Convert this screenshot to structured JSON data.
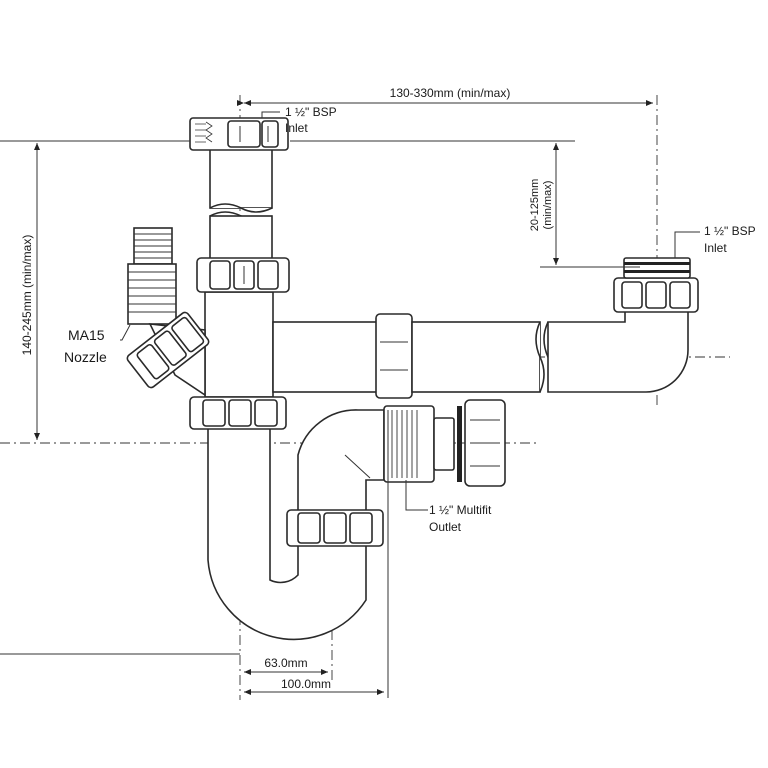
{
  "labels": {
    "top_width": "130-330mm (min/max)",
    "inlet_left_line1": "1 ½\" BSP",
    "inlet_left_line2": "Inlet",
    "inlet_right_line1": "1 ½\" BSP",
    "inlet_right_line2": "Inlet",
    "right_height_line1": "20-125mm",
    "right_height_line2": "(min/max)",
    "left_height": "140-245mm (min/max)",
    "nozzle_line1": "MA15",
    "nozzle_line2": "Nozzle",
    "outlet_line1": "1 ½\" Multifit",
    "outlet_line2": "Outlet",
    "dim_bottom_1": "63.0mm",
    "dim_bottom_2": "100.0mm"
  },
  "colors": {
    "line": "#2a2a2a",
    "background": "#ffffff"
  }
}
